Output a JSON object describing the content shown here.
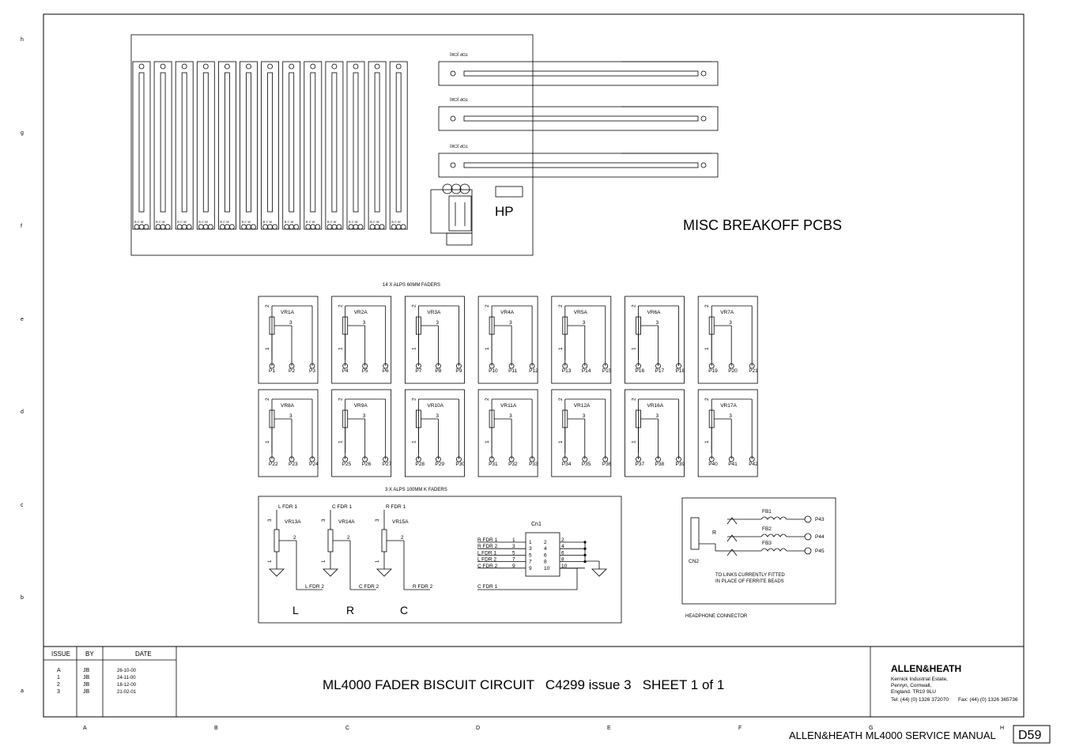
{
  "title_block": {
    "title": "ML4000 FADER BISCUIT CIRCUIT   C4299 issue 3   SHEET 1 of 1",
    "headers": [
      "ISSUE",
      "BY",
      "DATE"
    ],
    "rows": [
      [
        "A",
        "JB",
        "26-10-00"
      ],
      [
        "1",
        "JB",
        "24-11-00"
      ],
      [
        "2",
        "JB",
        "18-12-00"
      ],
      [
        "3",
        "JB",
        "21-02-01"
      ]
    ],
    "company": "ALLEN&HEATH",
    "address": [
      "Kernick Industrial Estate,",
      "Penryn, Cornwall,",
      "England. TR10 9LU"
    ],
    "tel": "Tel: (44) (0) 1326 372070",
    "fax": "Fax: (44) (0) 1326 365736"
  },
  "footer": {
    "manual": "ALLEN&HEATH ML4000 SERVICE MANUAL",
    "page": "D59"
  },
  "grid": {
    "rows": [
      "h",
      "g",
      "f",
      "e",
      "d",
      "c",
      "b",
      "a"
    ],
    "cols": [
      "A",
      "B",
      "C",
      "D",
      "E",
      "F",
      "G",
      "H"
    ]
  },
  "pcb": {
    "title": "MISC BREAKOFF PCBS",
    "hp_label": "HP",
    "top_label": "TOP (CW)",
    "pad_labels": "B C W"
  },
  "faders": {
    "heading_60": "14 X ALPS 60MM FADERS",
    "row1": [
      {
        "ref": "VR1A",
        "pins": [
          "P1",
          "P2",
          "P3"
        ]
      },
      {
        "ref": "VR2A",
        "pins": [
          "P4",
          "P5",
          "P6"
        ]
      },
      {
        "ref": "VR3A",
        "pins": [
          "P7",
          "P8",
          "P9"
        ]
      },
      {
        "ref": "VR4A",
        "pins": [
          "P10",
          "P11",
          "P12"
        ]
      },
      {
        "ref": "VR5A",
        "pins": [
          "P13",
          "P14",
          "P15"
        ]
      },
      {
        "ref": "VR6A",
        "pins": [
          "P16",
          "P17",
          "P18"
        ]
      },
      {
        "ref": "VR7A",
        "pins": [
          "P19",
          "P20",
          "P21"
        ]
      }
    ],
    "row2": [
      {
        "ref": "VR8A",
        "pins": [
          "P22",
          "P23",
          "P24"
        ]
      },
      {
        "ref": "VR9A",
        "pins": [
          "P25",
          "P26",
          "P27"
        ]
      },
      {
        "ref": "VR10A",
        "pins": [
          "P28",
          "P29",
          "P30"
        ]
      },
      {
        "ref": "VR11A",
        "pins": [
          "P31",
          "P32",
          "P33"
        ]
      },
      {
        "ref": "VR12A",
        "pins": [
          "P34",
          "P35",
          "P36"
        ]
      },
      {
        "ref": "VR16A",
        "pins": [
          "P37",
          "P38",
          "P39"
        ]
      },
      {
        "ref": "VR17A",
        "pins": [
          "P40",
          "P41",
          "P42"
        ]
      }
    ],
    "pin_numbers": [
      "2",
      "3",
      "1"
    ]
  },
  "faders100": {
    "heading": "3 X ALPS 100MM K FADERS",
    "pots": [
      {
        "ref": "VR13A",
        "top": "L FDR 1",
        "out": "L FDR 2",
        "big": "L"
      },
      {
        "ref": "VR14A",
        "top": "C FDR 1",
        "out": "C FDR 2",
        "big": "R"
      },
      {
        "ref": "VR15A",
        "top": "R FDR 1",
        "out": "R FDR 2",
        "big": "C"
      }
    ],
    "pin_top": "3",
    "pin_wiper": "2",
    "pin_bottom": "1",
    "conn_ref": "Cn1",
    "conn_left_labels": [
      "R FDR 1",
      "R FDR 2",
      "L FDR 1",
      "L FDR 2",
      "C FDR 2"
    ],
    "conn_left_pins": [
      "1",
      "3",
      "5",
      "7",
      "9"
    ],
    "conn_right_pins": [
      "2",
      "4",
      "6",
      "8",
      "10"
    ],
    "conn_bottom_label": "C FDR 1"
  },
  "headphone": {
    "label": "HEADPHONE CONNECTOR",
    "cn": "CN2",
    "ferrites": [
      "FB1",
      "FB2",
      "FB3"
    ],
    "pins": [
      "P43",
      "P44",
      "P45"
    ],
    "jack": "R",
    "note1": "TO LINKS CURRENTLY FITTED",
    "note2": "IN PLACE OF FERRITE BEADS"
  }
}
